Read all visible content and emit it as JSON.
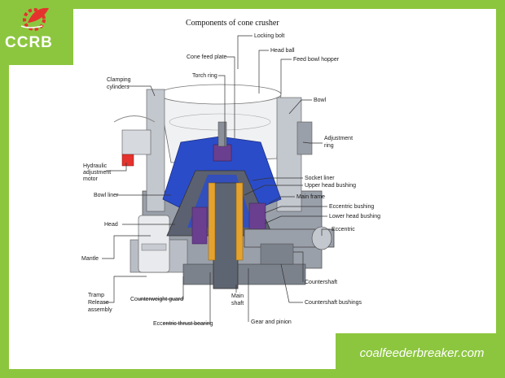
{
  "logo": {
    "text": "CCRB",
    "icon": "gear-leaf-logo-icon"
  },
  "title": "Components of cone crusher",
  "labels": {
    "locking_bolt": "Locking bolt",
    "cone_feed_plate": "Cone feed plate",
    "head_ball": "Head ball",
    "feed_bowl_hopper": "Feed bowl hopper",
    "torch_ring": "Torch ring",
    "clamping_cylinders": "Clamping cylinders",
    "bowl": "Bowl",
    "adjustment_ring": "Adjustment ring",
    "hydraulic_adjustment_motor": "Hydraulic adjustment motor",
    "socket_liner": "Socket liner",
    "upper_head_bushing": "Upper head bushing",
    "bowl_liner": "Bowl liner",
    "main_frame": "Main frame",
    "eccentric_bushing": "Eccentric bushing",
    "lower_head_bushing": "Lower head bushing",
    "head": "Head",
    "eccentric": "Eccentric",
    "mantle": "Mantle",
    "countershaft": "Countershaft",
    "tramp_release_assembly": "Tramp Release assembly",
    "counterweight_guard": "Counterweight guard",
    "main_shaft": "Main shaft",
    "countershaft_bushings": "Countershaft bushings",
    "eccentric_thrust_bearing": "Eccentric thrust bearing",
    "gear_and_pinion": "Gear and pinion"
  },
  "footer": {
    "website": "coalfeederbreaker.com"
  },
  "colors": {
    "brand_green": "#8cc63f",
    "liner_blue": "#2b4cc9",
    "steel_gray": "#8a8f99",
    "bushing_purple": "#6a3f8f",
    "accent_red": "#e5322d"
  }
}
